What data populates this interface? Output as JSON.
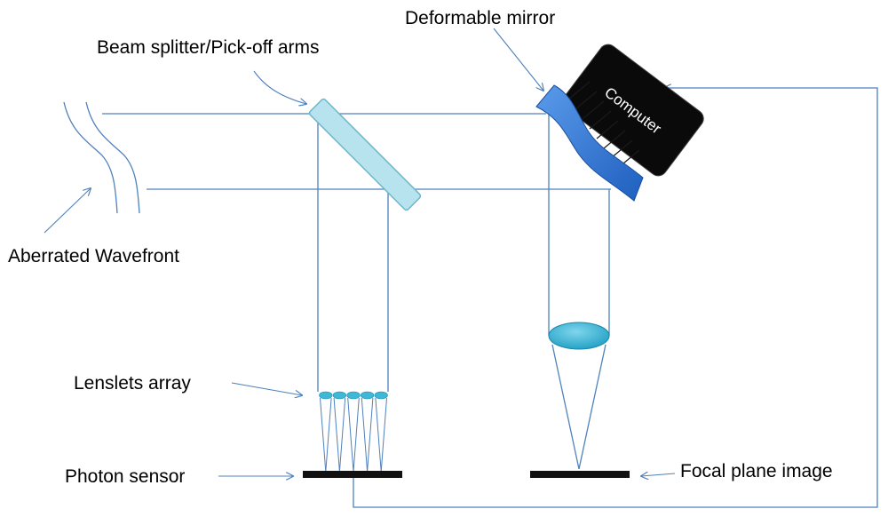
{
  "labels": {
    "deformable_mirror": "Deformable mirror",
    "beam_splitter": "Beam splitter/Pick-off arms",
    "aberrated_wavefront": "Aberrated Wavefront",
    "lenslets_array": "Lenslets array",
    "photon_sensor": "Photon sensor",
    "focal_plane_image": "Focal plane image",
    "computer": "Computer"
  },
  "colors": {
    "beam_line": "#4f81bd",
    "mirror_blue": "#2e6fd0",
    "lens_cyan": "#3fb8d8",
    "splitter_fill": "#b7e3ee",
    "computer_box": "#0a0a0a",
    "sensor_bar": "#111111"
  },
  "lenslet_count": 5
}
